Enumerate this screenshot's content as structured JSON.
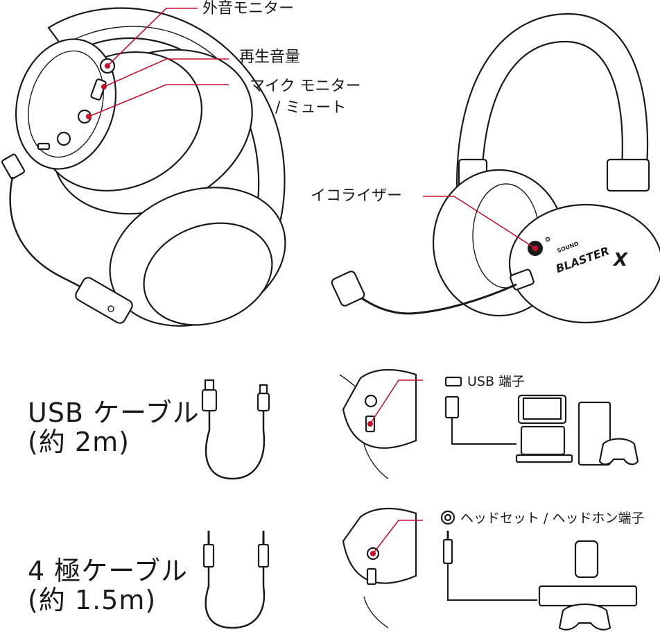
{
  "callouts": {
    "ambient_monitor": "外音モニター",
    "playback_volume": "再生音量",
    "mic_monitor_line1": "マイク モニター",
    "mic_monitor_line2": "/ ミュート",
    "equalizer": "イコライザー"
  },
  "brand": {
    "small": "SOUND",
    "main": "BLASTER",
    "x": "X"
  },
  "usb_section": {
    "cable_line1": "USB ケーブル",
    "cable_line2": "(約 2m)",
    "port_label": "USB 端子"
  },
  "analog_section": {
    "cable_line1": "4 極ケーブル",
    "cable_line2": "(約 1.5m)",
    "port_label": "ヘッドセット / ヘッドホン端子"
  },
  "colors": {
    "accent": "#c8102e",
    "ink": "#1a1a1a"
  },
  "icons": {
    "usb_port": "usb-micro-port-icon",
    "usb_plug": "usb-plug-icon",
    "audio_jack": "audio-jack-icon",
    "switch": "game-console-handheld-icon",
    "laptop": "laptop-icon",
    "playstation": "console-tower-icon",
    "ps_controller": "gamepad-icon",
    "phone": "smartphone-icon",
    "xbox": "console-box-icon",
    "xbox_controller": "xbox-controller-icon"
  }
}
